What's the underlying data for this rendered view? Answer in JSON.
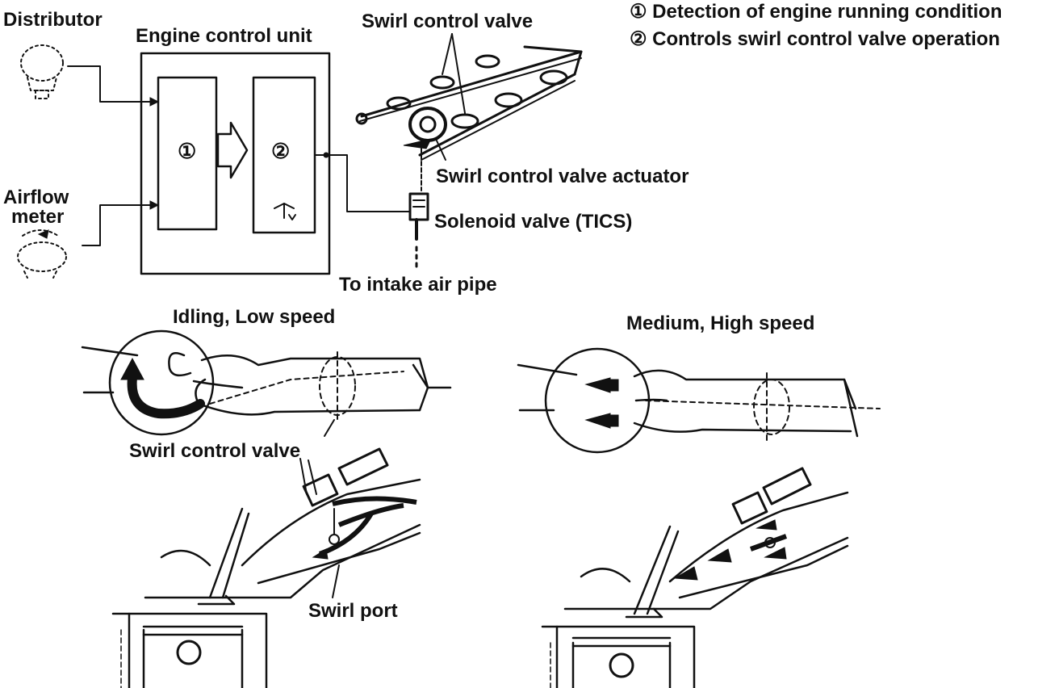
{
  "labels": {
    "distributor": "Distributor",
    "ecu": "Engine control unit",
    "swirl_valve_top": "Swirl control valve",
    "legend_1": "① Detection of engine running condition",
    "legend_2": "② Controls swirl control valve operation",
    "actuator": "Swirl control valve actuator",
    "solenoid": "Solenoid valve (TICS)",
    "airflow_line1": "Airflow",
    "airflow_line2": "meter",
    "intake_pipe": "To intake air pipe",
    "idling": "Idling, Low speed",
    "medium": "Medium, High speed",
    "swirl_valve_low": "Swirl control valve",
    "swirl_port": "Swirl port",
    "block1": "①",
    "block2": "②"
  },
  "colors": {
    "ink": "#111111",
    "paper": "#ffffff"
  }
}
